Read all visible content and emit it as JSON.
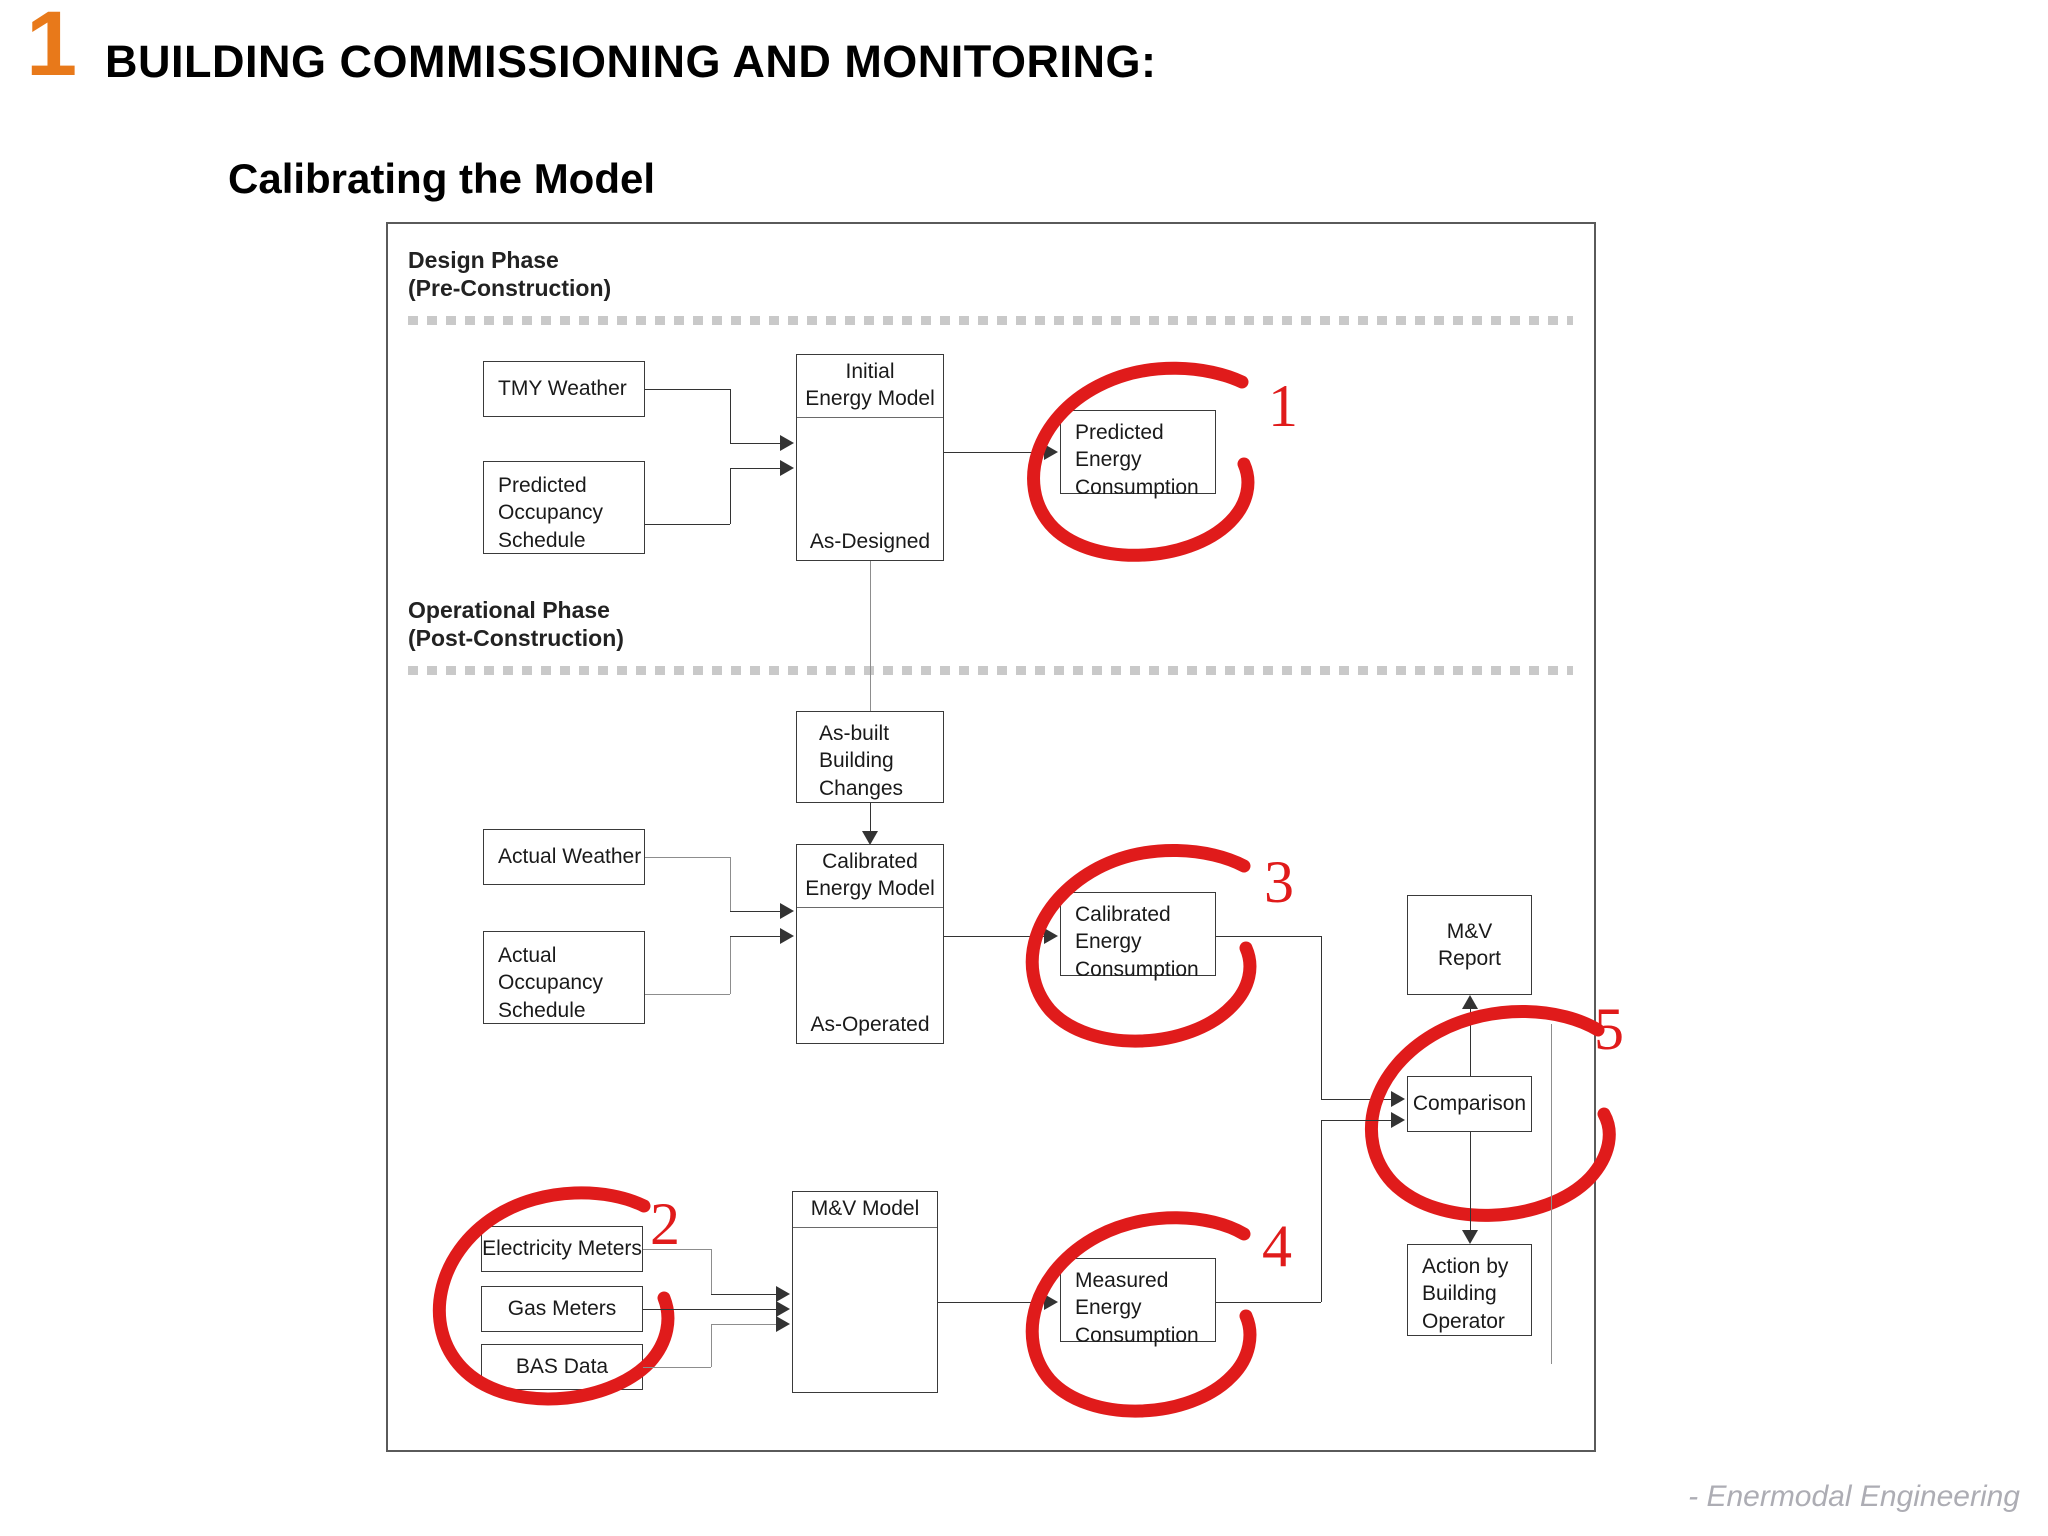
{
  "slide": {
    "number": "1",
    "title": "BUILDING COMMISSIONING AND MONITORING:",
    "subtitle": "Calibrating the Model",
    "credit": "- Enermodal Engineering",
    "accent_color": "#E8791A",
    "annotation_color": "#E01B1B"
  },
  "diagram": {
    "phases": [
      {
        "id": "design",
        "label": "Design Phase\n(Pre-Construction)"
      },
      {
        "id": "operational",
        "label": "Operational Phase\n(Post-Construction)"
      }
    ],
    "nodes": {
      "tmy_weather": "TMY Weather",
      "predicted_occupancy": "Predicted\nOccupancy\nSchedule",
      "initial_model_header": "Initial\nEnergy Model",
      "initial_model_footer": "As-Designed",
      "predicted_consumption": "Predicted\nEnergy\nConsumption",
      "as_built_changes": "As-built\nBuilding\nChanges",
      "actual_weather": "Actual Weather",
      "actual_occupancy": "Actual\nOccupancy\nSchedule",
      "calibrated_model_header": "Calibrated\nEnergy Model",
      "calibrated_model_footer": "As-Operated",
      "calibrated_consumption": "Calibrated\nEnergy\nConsumption",
      "mv_report": "M&V\nReport",
      "comparison": "Comparison",
      "action_by_operator": "Action by\nBuilding\nOperator",
      "electricity_meters": "Electricity Meters",
      "gas_meters": "Gas Meters",
      "bas_data": "BAS Data",
      "mv_model_header": "M&V Model",
      "measured_consumption": "Measured\nEnergy\nConsumption"
    },
    "annotations": [
      {
        "id": "a1",
        "number": "1",
        "target": "predicted_consumption"
      },
      {
        "id": "a2",
        "number": "2",
        "target": "meters-group"
      },
      {
        "id": "a3",
        "number": "3",
        "target": "calibrated_consumption"
      },
      {
        "id": "a4",
        "number": "4",
        "target": "measured_consumption"
      },
      {
        "id": "a5",
        "number": "5",
        "target": "comparison"
      }
    ]
  }
}
